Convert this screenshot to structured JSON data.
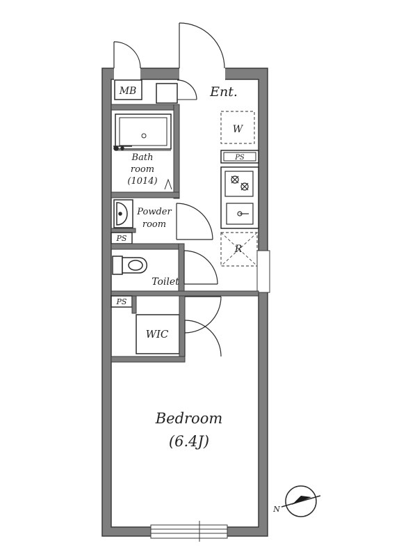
{
  "floorplan": {
    "labels": {
      "mb": "MB",
      "entrance": "Ent.",
      "washer": "W",
      "ps_kitchen": "PS",
      "bath_line1": "Bath",
      "bath_line2": "room",
      "bath_line3": "(1014)",
      "powder_line1": "Powder",
      "powder_line2": "room",
      "ps_powder": "PS",
      "fridge": "R",
      "toilet": "Toilet",
      "ps_wic": "PS",
      "wic": "WIC",
      "bedroom_line1": "Bedroom",
      "bedroom_line2": "(6.4J)"
    },
    "compass": {
      "north_label": "N"
    },
    "colors": {
      "wall": "#7a7a7a",
      "wall_stroke": "#3a3a3a",
      "line": "#2a2a2a",
      "dashed": "#555555"
    }
  }
}
